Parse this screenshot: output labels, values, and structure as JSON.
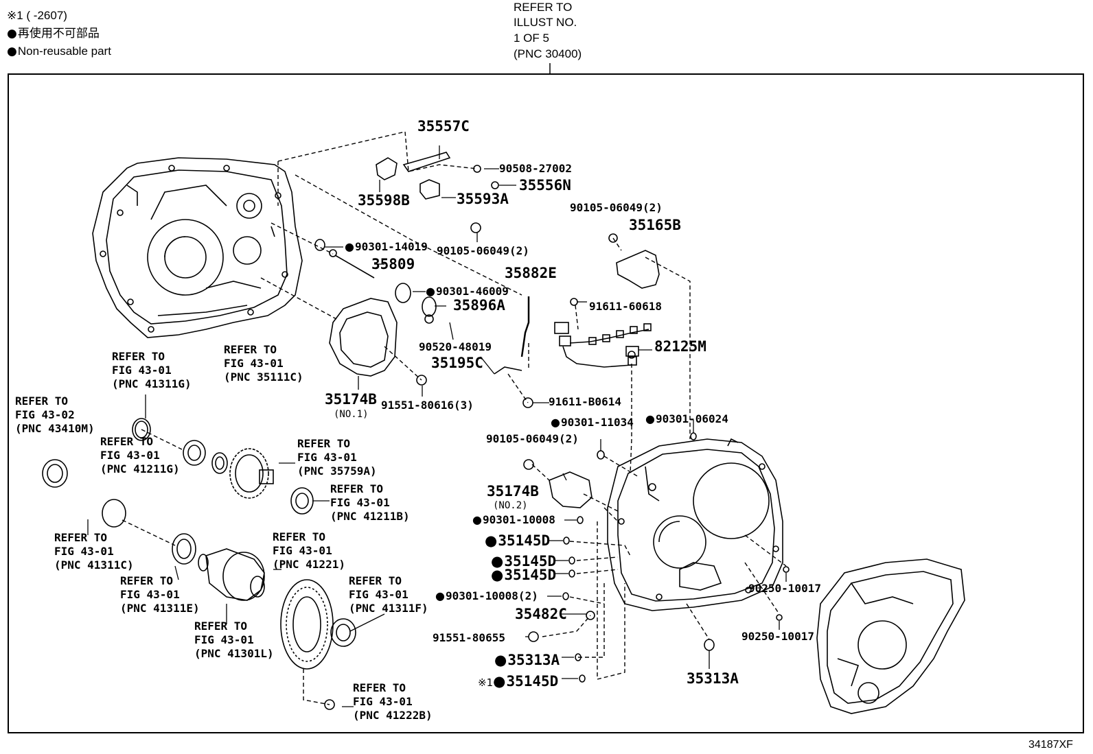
{
  "legend": {
    "note_line": "※1 (      -2607)",
    "nonreusable_ja": "再使用不可部品",
    "nonreusable_en": "Non-reusable part"
  },
  "top_refer": [
    "REFER TO",
    "ILLUST NO.",
    "1 OF 5",
    "(PNC 30400)"
  ],
  "figure_code": "34187XF",
  "refer_blocks": [
    {
      "id": "r1",
      "lines": [
        "REFER TO",
        "FIG 43-01",
        "(PNC 41311G)"
      ]
    },
    {
      "id": "r2",
      "lines": [
        "REFER TO",
        "FIG 43-01",
        "(PNC 35111C)"
      ]
    },
    {
      "id": "r3",
      "lines": [
        "REFER TO",
        "FIG 43-02",
        "(PNC 43410M)"
      ]
    },
    {
      "id": "r4",
      "lines": [
        "REFER TO",
        "FIG 43-01",
        "(PNC 41211G)"
      ]
    },
    {
      "id": "r5",
      "lines": [
        "REFER TO",
        "FIG 43-01",
        "(PNC 35759A)"
      ]
    },
    {
      "id": "r6",
      "lines": [
        "REFER TO",
        "FIG 43-01",
        "(PNC 41211B)"
      ]
    },
    {
      "id": "r7",
      "lines": [
        "REFER TO",
        "FIG 43-01",
        "(PNC 41311C)"
      ]
    },
    {
      "id": "r8",
      "lines": [
        "REFER TO",
        "FIG 43-01",
        "(PNC 41221)"
      ]
    },
    {
      "id": "r9",
      "lines": [
        "REFER TO",
        "FIG 43-01",
        "(PNC 41311E)"
      ]
    },
    {
      "id": "r10",
      "lines": [
        "REFER TO",
        "FIG 43-01",
        "(PNC 41311F)"
      ]
    },
    {
      "id": "r11",
      "lines": [
        "REFER TO",
        "FIG 43-01",
        "(PNC 41301L)"
      ]
    },
    {
      "id": "r12",
      "lines": [
        "REFER TO",
        "FIG 43-01",
        "(PNC 41222B)"
      ]
    }
  ],
  "parts": [
    {
      "id": "p35557C",
      "label": "35557C"
    },
    {
      "id": "p90508",
      "label": "90508-27002"
    },
    {
      "id": "p35556N",
      "label": "35556N"
    },
    {
      "id": "p35598B",
      "label": "35598B"
    },
    {
      "id": "p35593A",
      "label": "35593A"
    },
    {
      "id": "p90105a",
      "label": "90105-06049(2)"
    },
    {
      "id": "p90105b",
      "label": "90105-06049(2)"
    },
    {
      "id": "p35165B",
      "label": "35165B"
    },
    {
      "id": "p9030114019",
      "label": "90301-14019"
    },
    {
      "id": "p35809",
      "label": "35809"
    },
    {
      "id": "p35882E",
      "label": "35882E"
    },
    {
      "id": "p9030146009",
      "label": "90301-46009"
    },
    {
      "id": "p35896A",
      "label": "35896A"
    },
    {
      "id": "p91611606",
      "label": "91611-60618"
    },
    {
      "id": "p90520",
      "label": "90520-48019"
    },
    {
      "id": "p82125M",
      "label": "82125M"
    },
    {
      "id": "p35195C",
      "label": "35195C"
    },
    {
      "id": "p35174B1",
      "label": "35174B"
    },
    {
      "id": "p35174B1n",
      "label": "(NO.1)"
    },
    {
      "id": "p91551a",
      "label": "91551-80616(3)"
    },
    {
      "id": "p91611B",
      "label": "91611-B0614"
    },
    {
      "id": "p9030111034",
      "label": "90301-11034"
    },
    {
      "id": "p9030106024",
      "label": "90301-06024"
    },
    {
      "id": "p90105c",
      "label": "90105-06049(2)"
    },
    {
      "id": "p35174B2",
      "label": "35174B"
    },
    {
      "id": "p35174B2n",
      "label": "(NO.2)"
    },
    {
      "id": "p9030110008",
      "label": "90301-10008"
    },
    {
      "id": "p35145Da",
      "label": "35145D"
    },
    {
      "id": "p35145Db",
      "label": "35145D"
    },
    {
      "id": "p35145Dc",
      "label": "35145D"
    },
    {
      "id": "p9030110008b",
      "label": "90301-10008(2)"
    },
    {
      "id": "p35482C",
      "label": "35482C"
    },
    {
      "id": "p91551b",
      "label": "91551-80655"
    },
    {
      "id": "p35313Aa",
      "label": "35313A"
    },
    {
      "id": "p35145Dd",
      "label": "35145D"
    },
    {
      "id": "p35313Ab",
      "label": "35313A"
    },
    {
      "id": "p90250a",
      "label": "90250-10017"
    },
    {
      "id": "p90250b",
      "label": "90250-10017"
    }
  ],
  "note_marker": "※1",
  "icons": [
    "nonreusable-dot-icon",
    "transaxle-case-drawing",
    "transmission-case-drawing",
    "side-cover-drawing",
    "differential-drawing",
    "ring-gear-drawing",
    "wire-harness-drawing"
  ]
}
